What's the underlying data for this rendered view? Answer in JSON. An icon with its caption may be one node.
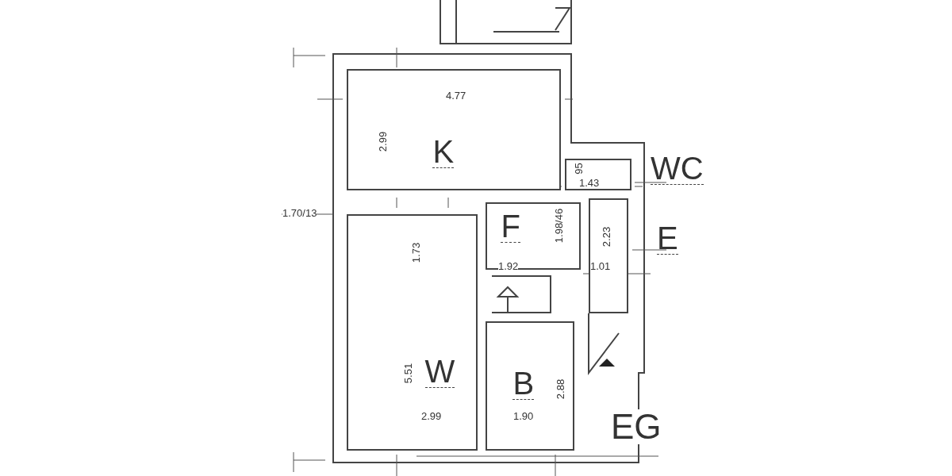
{
  "diagram": {
    "nodes": [
      {
        "text": [
          "K"
        ]
      },
      {
        "text": [
          "WC"
        ]
      },
      {
        "text": [
          "F"
        ]
      },
      {
        "text": [
          "E"
        ]
      },
      {
        "text": [
          "W"
        ]
      },
      {
        "text": [
          "B"
        ]
      }
    ],
    "labels": [
      "4.77",
      "2.99",
      "95",
      "1.43",
      "1.70/13",
      "1.73",
      "1.98/46",
      "2.23",
      "1.92",
      "1.01",
      "5.51",
      "2.88",
      "2.99",
      "1.90",
      "EG"
    ]
  }
}
